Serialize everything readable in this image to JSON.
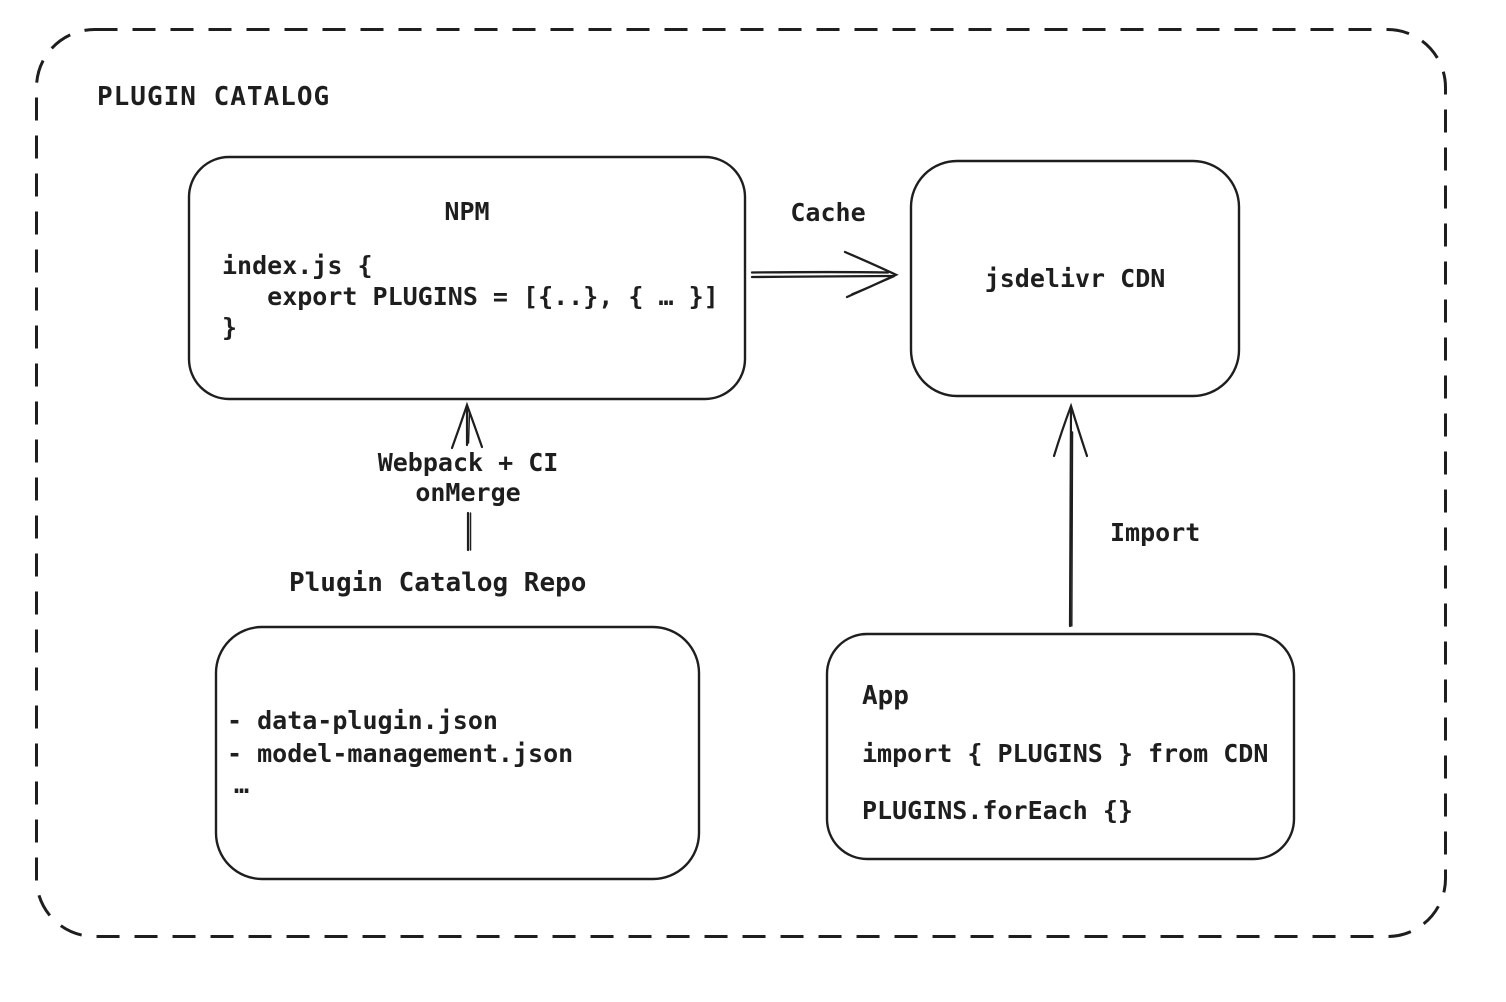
{
  "colors": {
    "stroke": "#1e1e1e",
    "background": "#ffffff"
  },
  "frame": {
    "title": "PLUGIN CATALOG"
  },
  "nodes": {
    "npm": {
      "title": "NPM",
      "code": {
        "line1": "index.js {",
        "line2": "   export PLUGINS = [{..}, { … }]",
        "line3": "}"
      }
    },
    "cdn": {
      "label": "jsdelivr CDN"
    },
    "repo": {
      "heading": "Plugin Catalog Repo",
      "files": {
        "item1": "- data-plugin.json",
        "item2": "- model-management.json",
        "item3": "…"
      }
    },
    "app": {
      "title": "App",
      "code": {
        "line1": "import { PLUGINS } from CDN",
        "line2": "PLUGINS.forEach {}"
      }
    }
  },
  "edges": {
    "cache": {
      "label": "Cache"
    },
    "build": {
      "label_line1": "Webpack + CI",
      "label_line2": "onMerge"
    },
    "import": {
      "label": "Import"
    }
  }
}
